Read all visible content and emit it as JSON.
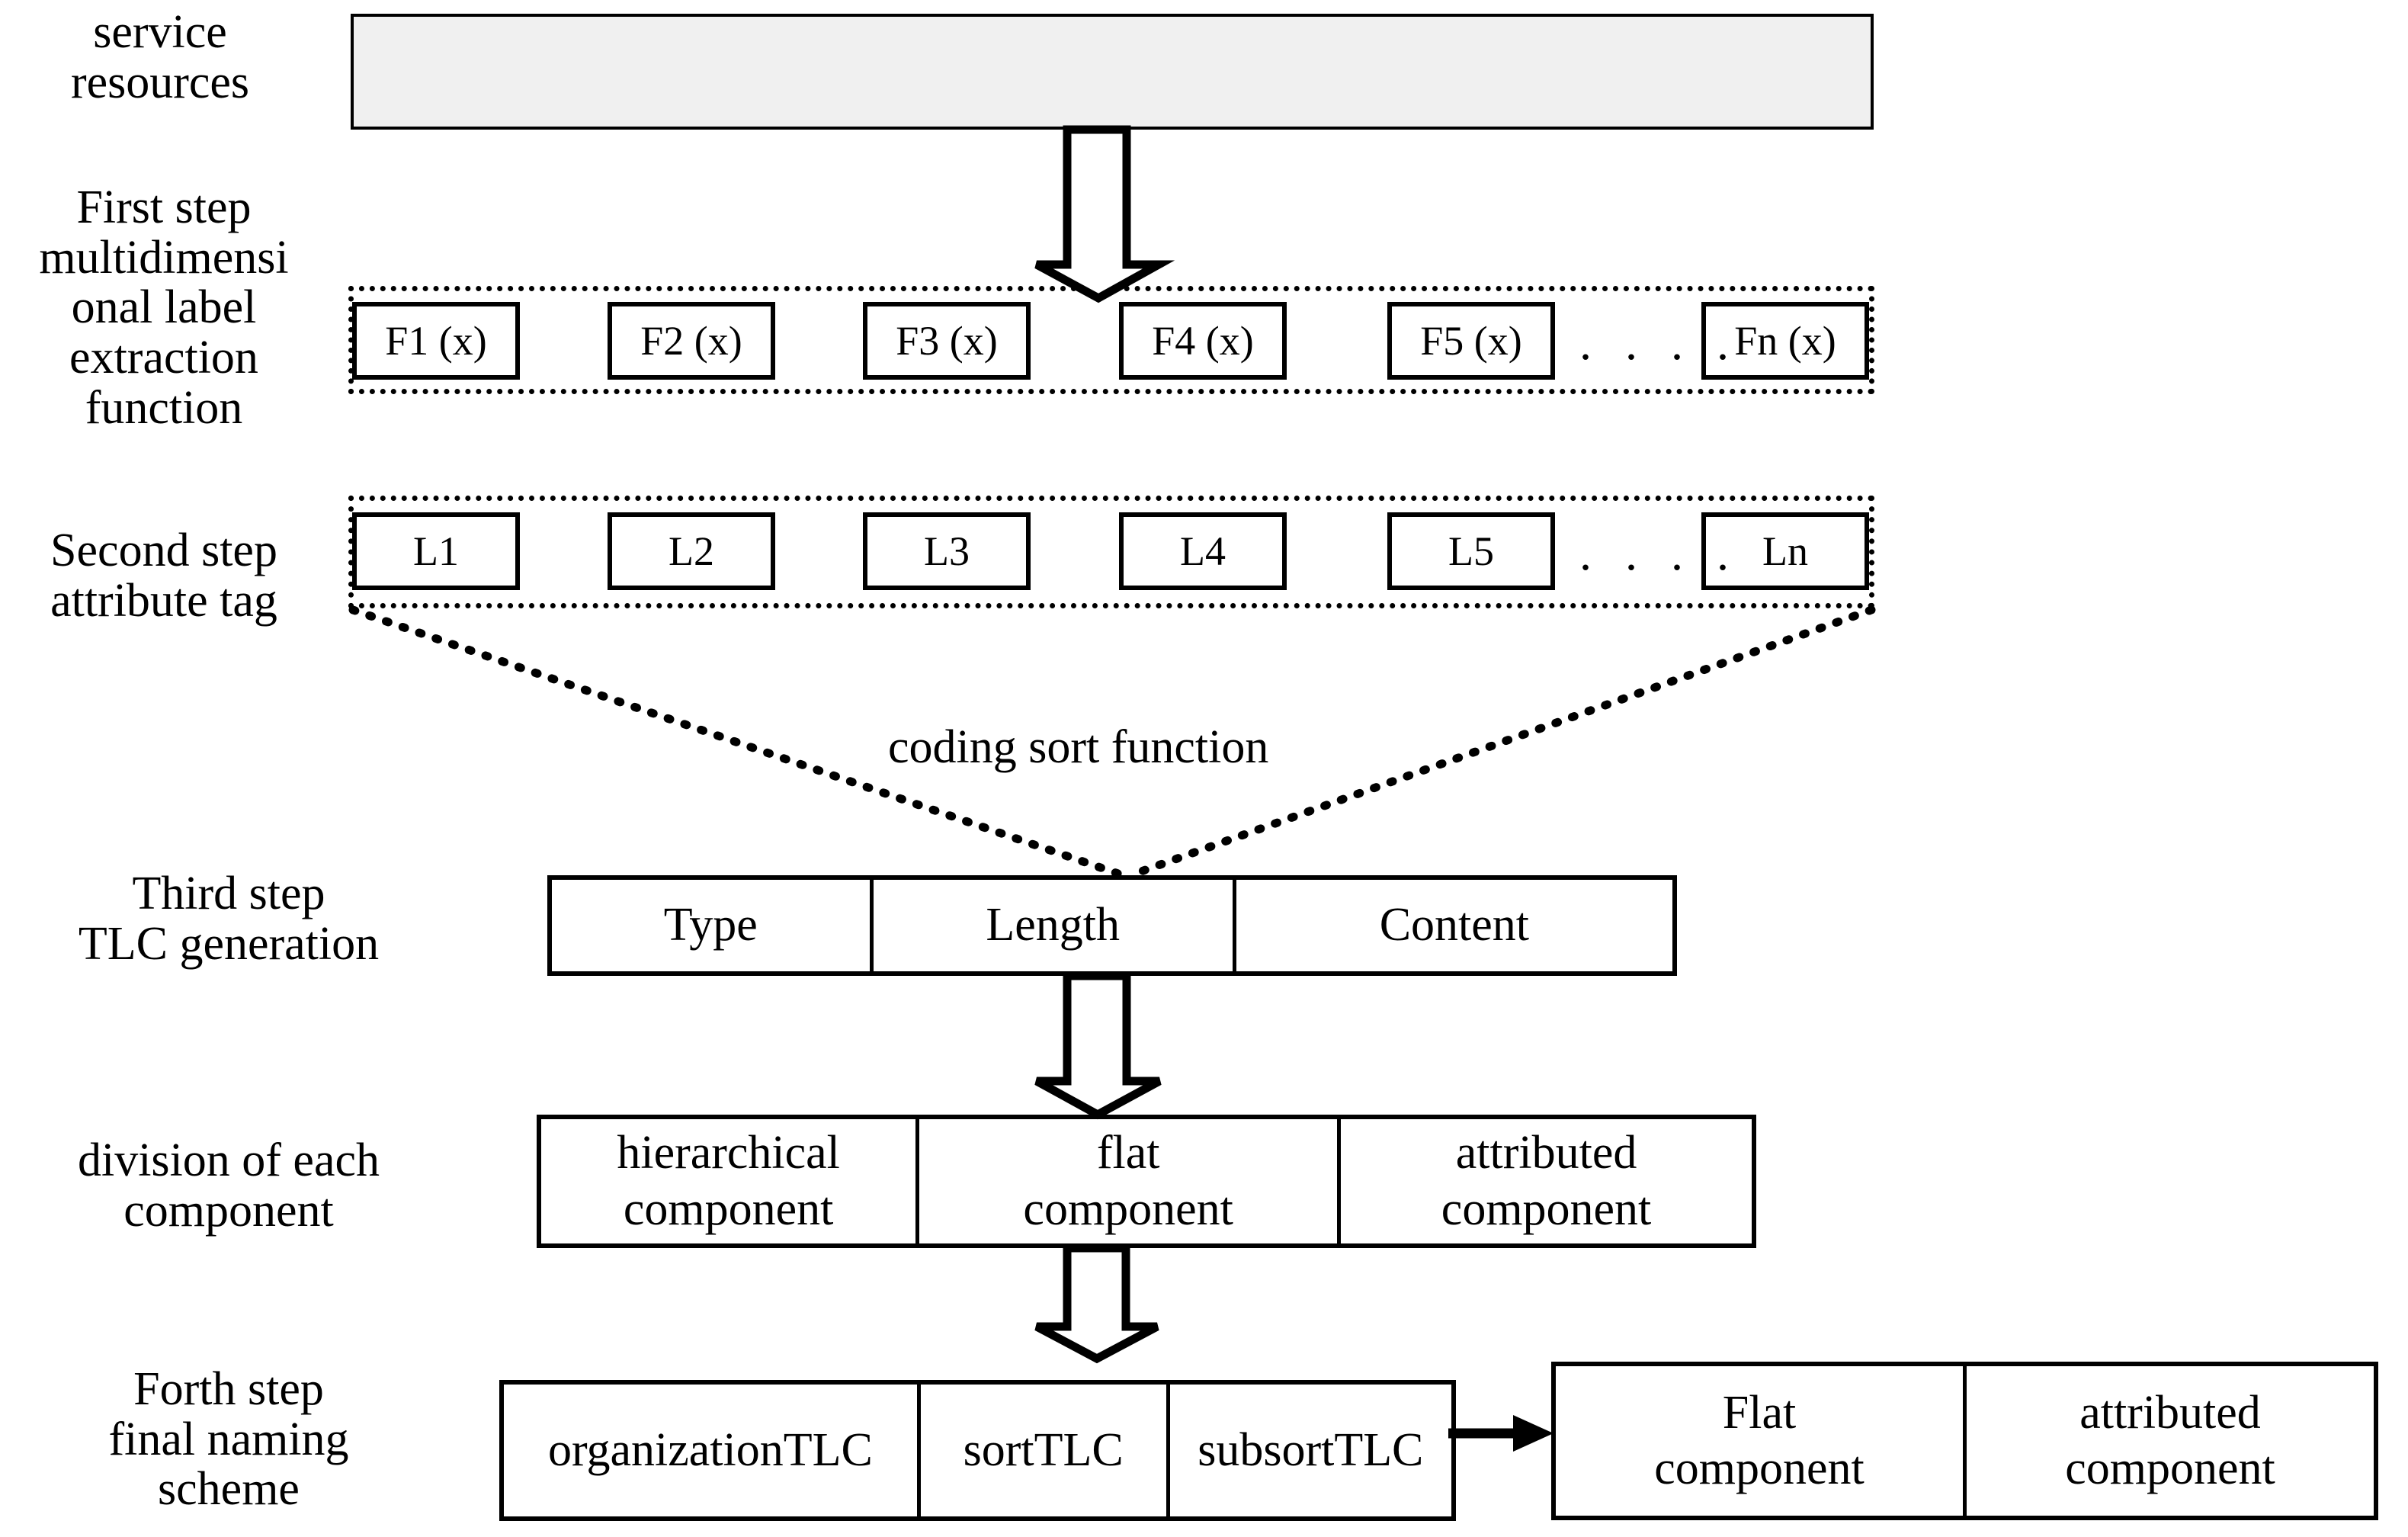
{
  "labels": {
    "service_resources": "service\nresources",
    "first_step": "First  step\nmultidimensi\nonal label\nextraction\nfunction",
    "second_step": "Second step\nattribute tag",
    "third_step": "Third step\nTLC generation",
    "division": "division of each\ncomponent",
    "forth_step": "Forth step\nfinal naming\nscheme"
  },
  "annotations": {
    "coding_sort_function": "coding sort function",
    "ellipsis": ". . . ."
  },
  "function_row": {
    "items": [
      "F1 (x)",
      "F2 (x)",
      "F3 (x)",
      "F4 (x)",
      "F5 (x)",
      "Fn (x)"
    ]
  },
  "label_row": {
    "items": [
      "L1",
      "L2",
      "L3",
      "L4",
      "L5",
      "Ln"
    ]
  },
  "tlc_row": {
    "cells": [
      "Type",
      "Length",
      "Content"
    ]
  },
  "component_row": {
    "cells": [
      "hierarchical\ncomponent",
      "flat\ncomponent",
      "attributed\ncomponent"
    ]
  },
  "naming_row": {
    "left_cells": [
      "organizationTLC",
      "sortTLC",
      "subsortTLC"
    ],
    "right_cells": [
      "Flat\ncomponent",
      "attributed\ncomponent"
    ]
  },
  "colors": {
    "stroke": "#000000",
    "source_fill": "#f0f0f0",
    "page_background": "#ffffff"
  }
}
